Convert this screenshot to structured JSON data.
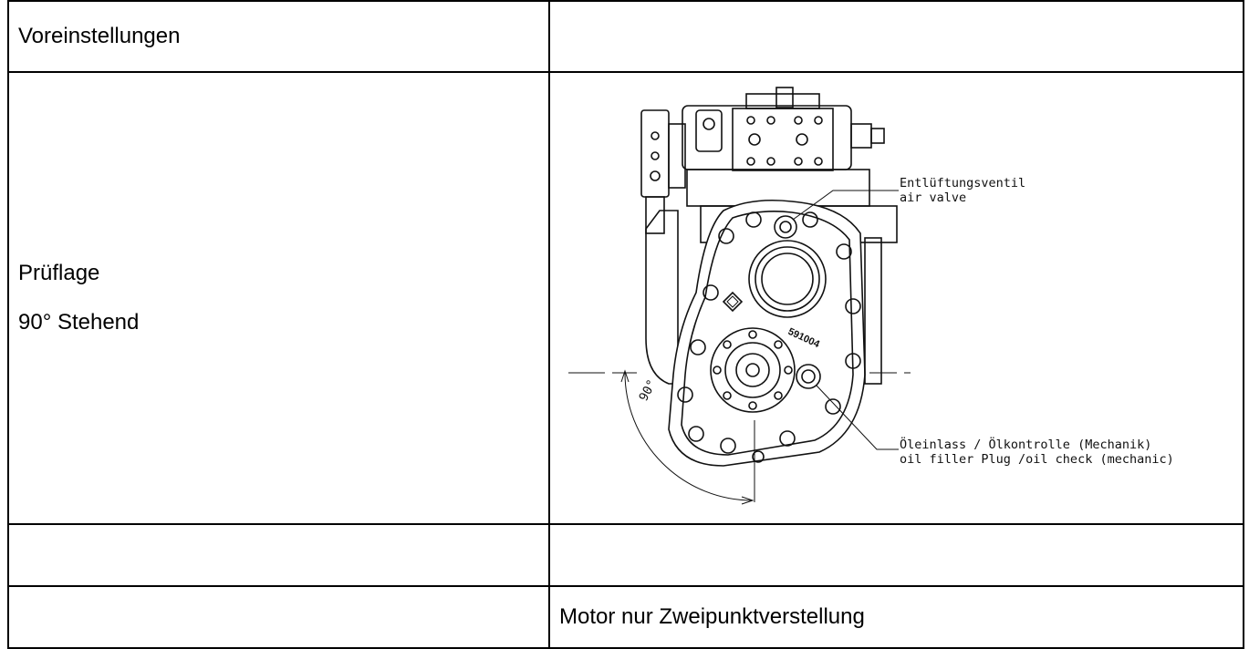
{
  "table": {
    "header_left": "Voreinstellungen",
    "header_right": "",
    "label_title": "Prüflage",
    "label_orientation": "90° Stehend",
    "row3_left": "",
    "row3_right": "",
    "row4_left": "",
    "row4_right": "Motor nur Zweipunktverstellung"
  },
  "drawing": {
    "callout_air_de": "Entlüftungsventil",
    "callout_air_en": "air valve",
    "callout_oil_de": "Öleinlass / Ölkontrolle (Mechanik)",
    "callout_oil_en": "oil filler Plug /oil check (mechanic)",
    "angle_label": "90°",
    "part_number": "591004"
  }
}
